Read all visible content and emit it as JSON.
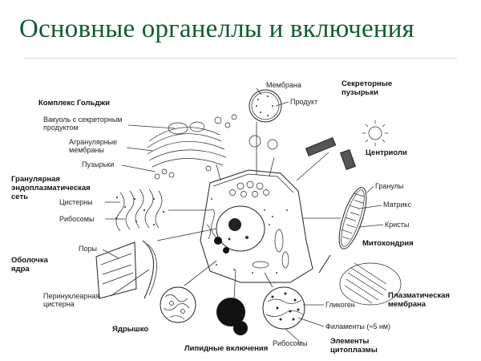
{
  "slide": {
    "title": "Основные органеллы и включения"
  },
  "labels": {
    "golgi": {
      "heading": "Комплекс Гольджи",
      "vacuole_1": "Вакуоль с секреторным",
      "vacuole_2": "продуктом",
      "agranular_1": "Агранулярные",
      "agranular_2": "мембраны",
      "vesicles": "Пузырьки"
    },
    "er": {
      "heading_1": "Гранулярная",
      "heading_2": "эндоплазматическая",
      "heading_3": "сеть",
      "cisterns": "Цистерны",
      "ribosomes": "Рибосомы"
    },
    "nuclear_envelope": {
      "heading_1": "Оболочка",
      "heading_2": "ядра",
      "pores": "Поры",
      "perinuclear_1": "Перинуклеарная",
      "perinuclear_2": "цистерна"
    },
    "nucleolus": "Ядрышко",
    "lipid_inclusions": "Липидные включения",
    "secretory": {
      "membrane": "Мембрана",
      "product": "Продукт",
      "heading_1": "Секреторные",
      "heading_2": "пузырьки"
    },
    "centrioles": "Центриоли",
    "mitochondrion": {
      "granules": "Гранулы",
      "matrix": "Матрикс",
      "cristae": "Кристы",
      "heading": "Митохондрия"
    },
    "plasma_membrane": {
      "heading_1": "Плазматическая",
      "heading_2": "мембрана"
    },
    "cytoplasm": {
      "glycogen": "Гликоген",
      "ribosomes": "Рибосомы",
      "filaments": "Филаменты (≈5 нм)",
      "heading_1": "Элементы",
      "heading_2": "цитоплазмы"
    }
  }
}
